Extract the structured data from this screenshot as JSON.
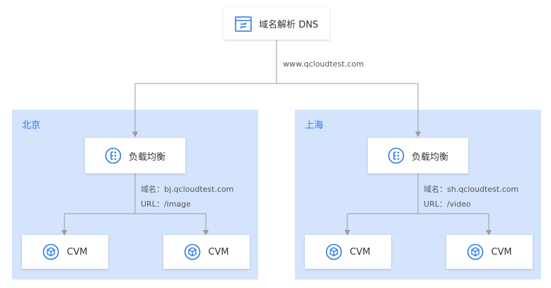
{
  "dns": {
    "label": "域名解析 DNS",
    "icon": "dns-icon"
  },
  "dns_domain": "www.qcloudtest.com",
  "regions": [
    {
      "name": "北京",
      "lb_label": "负载均衡",
      "domain_note": "域名：bj.qcloudtest.com",
      "url_note": "URL：/image",
      "cvms": [
        "CVM",
        "CVM"
      ]
    },
    {
      "name": "上海",
      "lb_label": "负载均衡",
      "domain_note": "域名：sh.qcloudtest.com",
      "url_note": "URL：/video",
      "cvms": [
        "CVM",
        "CVM"
      ]
    }
  ],
  "colors": {
    "region_bg": "#d4e4fd",
    "accent": "#2a7ae2",
    "line": "#9a9a9a"
  }
}
